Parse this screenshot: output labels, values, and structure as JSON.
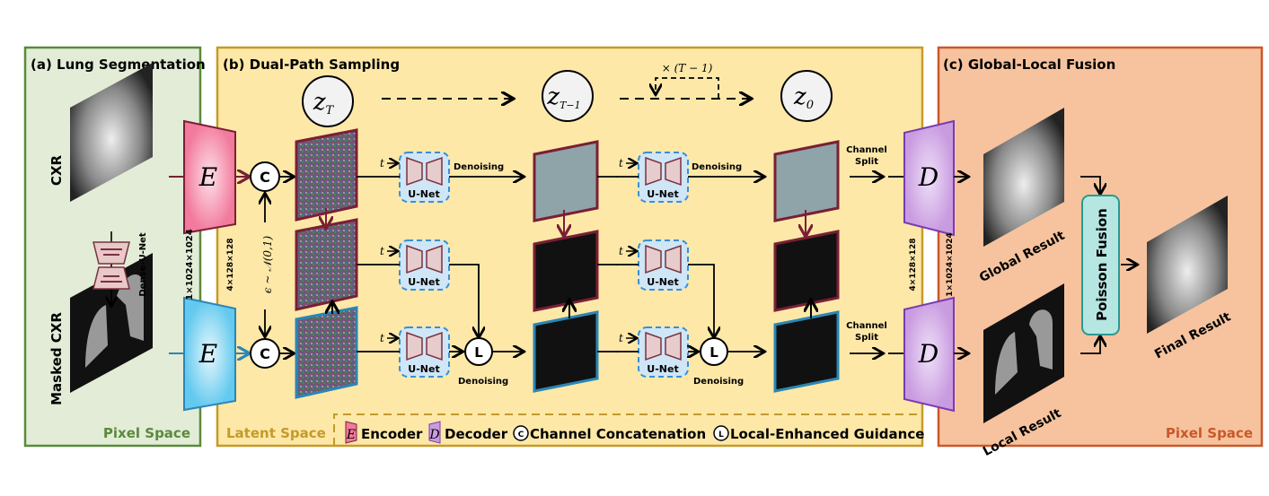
{
  "panels": {
    "a": {
      "title": "(a) Lung Segmentation",
      "space": "Pixel Space",
      "bg": "#e2ecd7",
      "border": "#5a8a3c"
    },
    "b": {
      "title": "(b) Dual-Path Sampling",
      "space": "Latent Space",
      "bg": "#fde8a8",
      "border": "#c49a2a"
    },
    "c": {
      "title": "(c) Global-Local Fusion",
      "space": "Pixel Space",
      "bg": "#f6c39e",
      "border": "#c9582a"
    }
  },
  "labels": {
    "cxr": "CXR",
    "masked_cxr": "Masked CXR",
    "dense_unet": "Dense-U-Net",
    "encoder_symbol": "E",
    "decoder_symbol": "D",
    "concat_symbol": "C",
    "local_symbol": "L",
    "dim_pixel": "1×1024×1024",
    "dim_latent": "4×128×128",
    "noise": "ϵ ~ 𝒩(0,1)",
    "z_T": "z",
    "z_T_sub": "T",
    "z_T1_sub": "T−1",
    "z_0_sub": "0",
    "repeat": "× (T − 1)",
    "t": "t",
    "unet": "U-Net",
    "denoising": "Denoising",
    "channel_split_1": "Channel",
    "channel_split_2": "Split",
    "global_result": "Global Result",
    "local_result": "Local Result",
    "poisson_fusion": "Poisson Fusion",
    "final_result": "Final Result"
  },
  "legend": {
    "encoder": "Encoder",
    "decoder": "Decoder",
    "concat": "Channel Concatenation",
    "local": "Local-Enhanced Guidance"
  },
  "colors": {
    "encoder_pink": "#f27a9c",
    "encoder_blue": "#63c9ef",
    "decoder_purple": "#c99be0",
    "unet_fill": "#cfe6f7",
    "unet_border": "#3a8fd8",
    "poisson_fill": "#b6e6e2",
    "global_path": "#7a1f35",
    "local_path": "#2a86b6"
  }
}
